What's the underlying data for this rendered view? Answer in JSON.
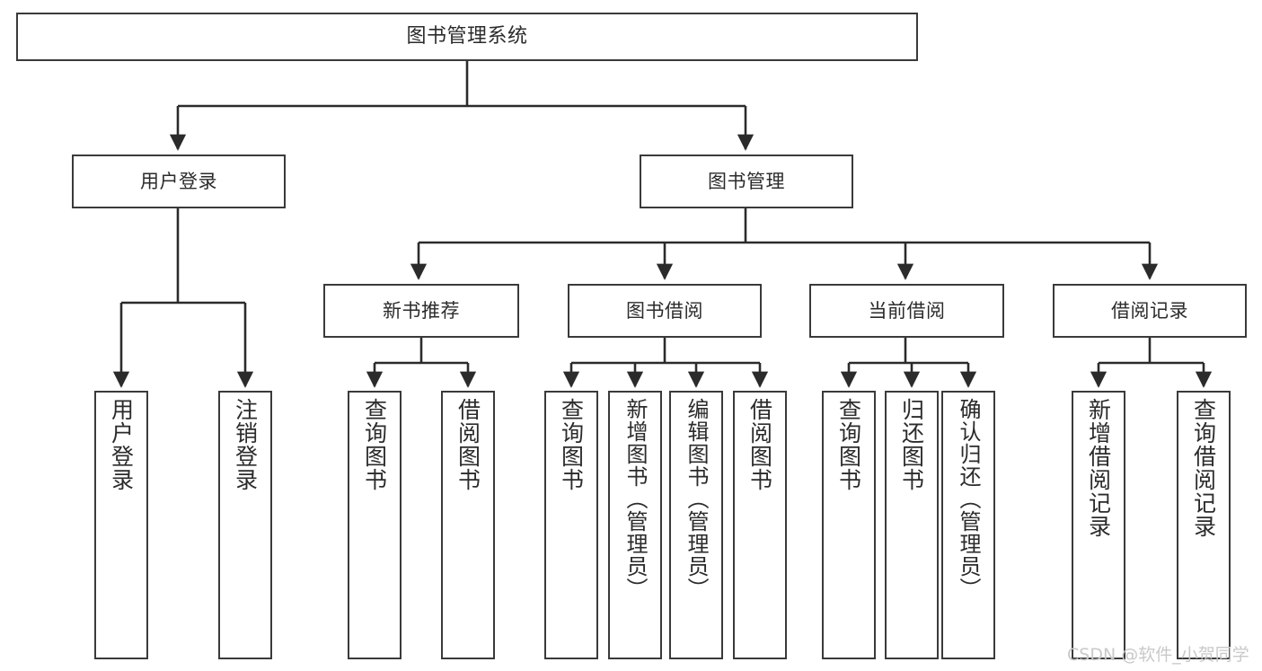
{
  "diagram": {
    "type": "tree",
    "title": "图书管理系统",
    "colors": {
      "background": "#ffffff",
      "box_border": "#3a3a3a",
      "connector": "#2b2b2b",
      "text": "#2b2b2b",
      "watermark": "#c9c9c9"
    },
    "root": {
      "label": "图书管理系统"
    },
    "level2": [
      {
        "label": "用户登录"
      },
      {
        "label": "图书管理"
      }
    ],
    "level3": [
      {
        "label": "新书推荐"
      },
      {
        "label": "图书借阅"
      },
      {
        "label": "当前借阅"
      },
      {
        "label": "借阅记录"
      }
    ],
    "leaves": {
      "user_login": [
        {
          "label": "用户登录"
        },
        {
          "label": "注销登录"
        }
      ],
      "new_book_recommend": [
        {
          "label": "查询图书"
        },
        {
          "label": "借阅图书"
        }
      ],
      "book_borrow": [
        {
          "label": "查询图书"
        },
        {
          "label": "新增图书（管理员）"
        },
        {
          "label": "编辑图书（管理员）"
        },
        {
          "label": "借阅图书"
        }
      ],
      "current_borrow": [
        {
          "label": "查询图书"
        },
        {
          "label": "归还图书"
        },
        {
          "label": "确认归还（管理员）"
        }
      ],
      "borrow_record": [
        {
          "label": "新增借阅记录"
        },
        {
          "label": "查询借阅记录"
        }
      ]
    }
  },
  "watermark": {
    "text": "CSDN @软件_小贺同学"
  }
}
